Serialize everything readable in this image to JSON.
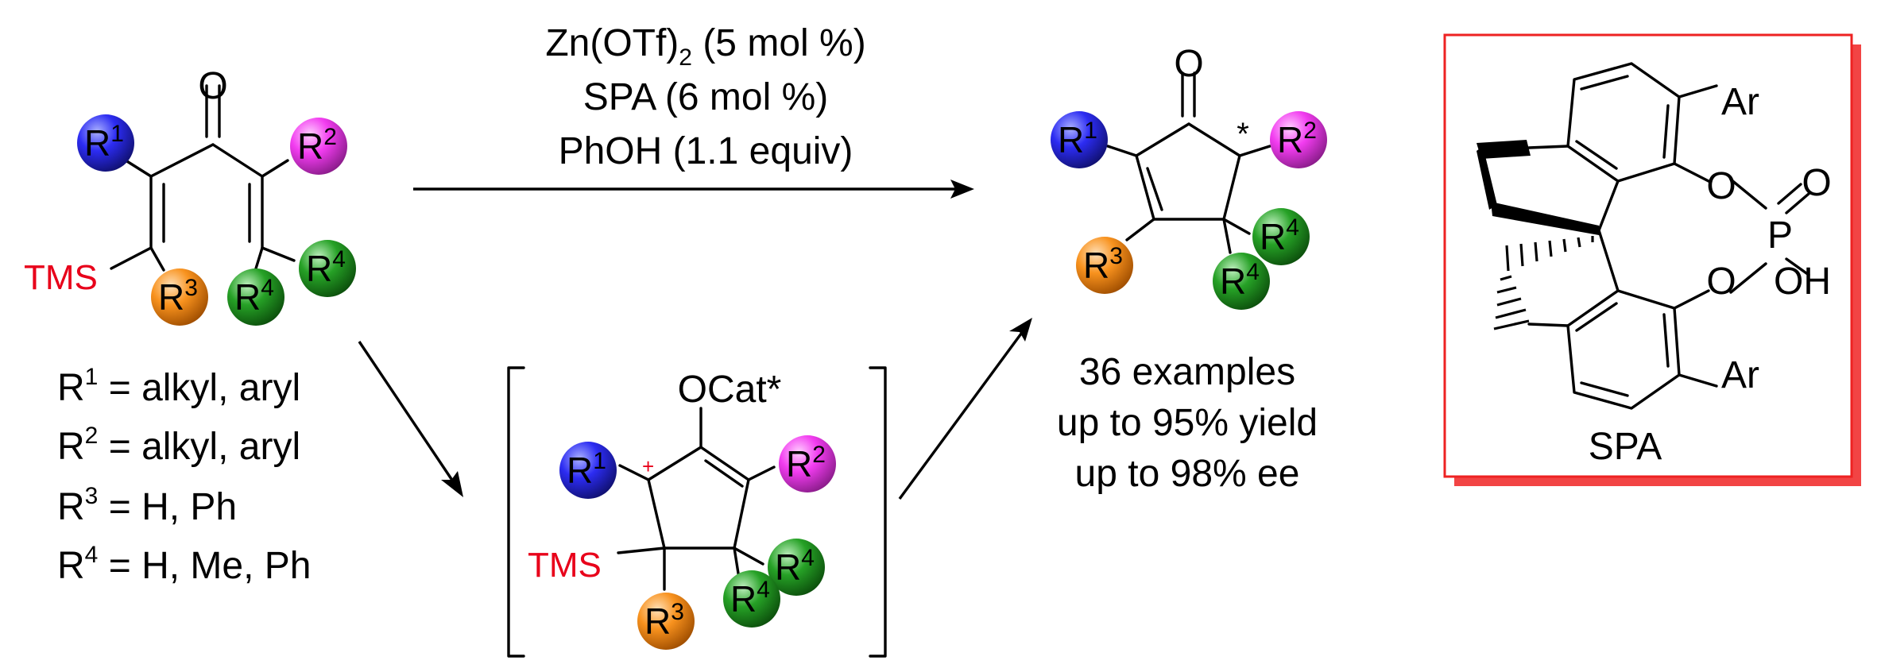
{
  "colors": {
    "r1": "#2c2cf2",
    "r2": "#f23cf0",
    "r3": "#f8921e",
    "r4": "#26a126",
    "tms": "#e8001a",
    "box_border": "#ee2222",
    "box_shadow": "#f24444",
    "plus": "#e8001a"
  },
  "substrate": {
    "oxygen": "O",
    "r1": {
      "base": "R",
      "sup": "1"
    },
    "r2": {
      "base": "R",
      "sup": "2"
    },
    "r3": {
      "base": "R",
      "sup": "3"
    },
    "r4": {
      "base": "R",
      "sup": "4"
    },
    "r4b": {
      "base": "R",
      "sup": "4"
    },
    "tms": "TMS"
  },
  "definitions": [
    {
      "base": "R",
      "sup": "1",
      "text": " = alkyl, aryl"
    },
    {
      "base": "R",
      "sup": "2",
      "text": " = alkyl, aryl"
    },
    {
      "base": "R",
      "sup": "3",
      "text": " = H, Ph"
    },
    {
      "base": "R",
      "sup": "4",
      "text": " = H, Me, Ph"
    }
  ],
  "conditions": {
    "line1_pre": "Zn(OTf)",
    "line1_sub": "2",
    "line1_post": " (5 mol %)",
    "line2": "SPA (6 mol %)",
    "line3": "PhOH (1.1 equiv)"
  },
  "intermediate": {
    "ocat": "OCat*",
    "plus": "+",
    "tms": "TMS",
    "r1": {
      "base": "R",
      "sup": "1"
    },
    "r2": {
      "base": "R",
      "sup": "2"
    },
    "r3": {
      "base": "R",
      "sup": "3"
    },
    "r4": {
      "base": "R",
      "sup": "4"
    },
    "r4b": {
      "base": "R",
      "sup": "4"
    }
  },
  "product": {
    "oxygen": "O",
    "star": "*",
    "r1": {
      "base": "R",
      "sup": "1"
    },
    "r2": {
      "base": "R",
      "sup": "2"
    },
    "r3": {
      "base": "R",
      "sup": "3"
    },
    "r4": {
      "base": "R",
      "sup": "4"
    },
    "r4b": {
      "base": "R",
      "sup": "4"
    }
  },
  "results": {
    "line1": "36 examples",
    "line2": "up to 95% yield",
    "line3": "up to 98% ee"
  },
  "catalyst": {
    "ar_top": "Ar",
    "ar_bottom": "Ar",
    "o1": "O",
    "o2": "O",
    "o_double": "O",
    "p": "P",
    "oh": "OH",
    "name": "SPA"
  }
}
